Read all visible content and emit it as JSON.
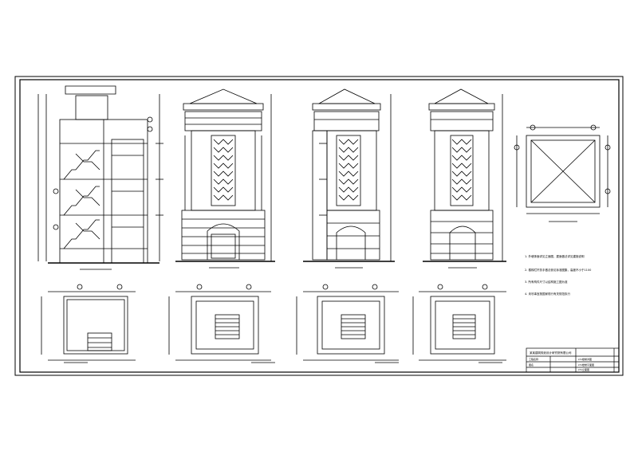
{
  "sheet": {
    "line_color": "#000000",
    "paper_color": "#ffffff"
  },
  "title_block": {
    "company": "某某建筑规划设计研究院有限公司",
    "project_label": "工程名称",
    "drawing_label": "图名",
    "rows": [
      "LT1楼梯详图",
      "LT1楼梯平面图",
      "LT1立面图"
    ]
  },
  "notes": [
    "1. 外墙饰面详见立面图，屋面做法详见建施说明",
    "2. 楼梯栏杆扶手做法参见标准图集，高度不小于1100",
    "3. 所有构件尺寸以结构施工图为准",
    "4. 未尽事宜按国家现行有关规范执行"
  ]
}
